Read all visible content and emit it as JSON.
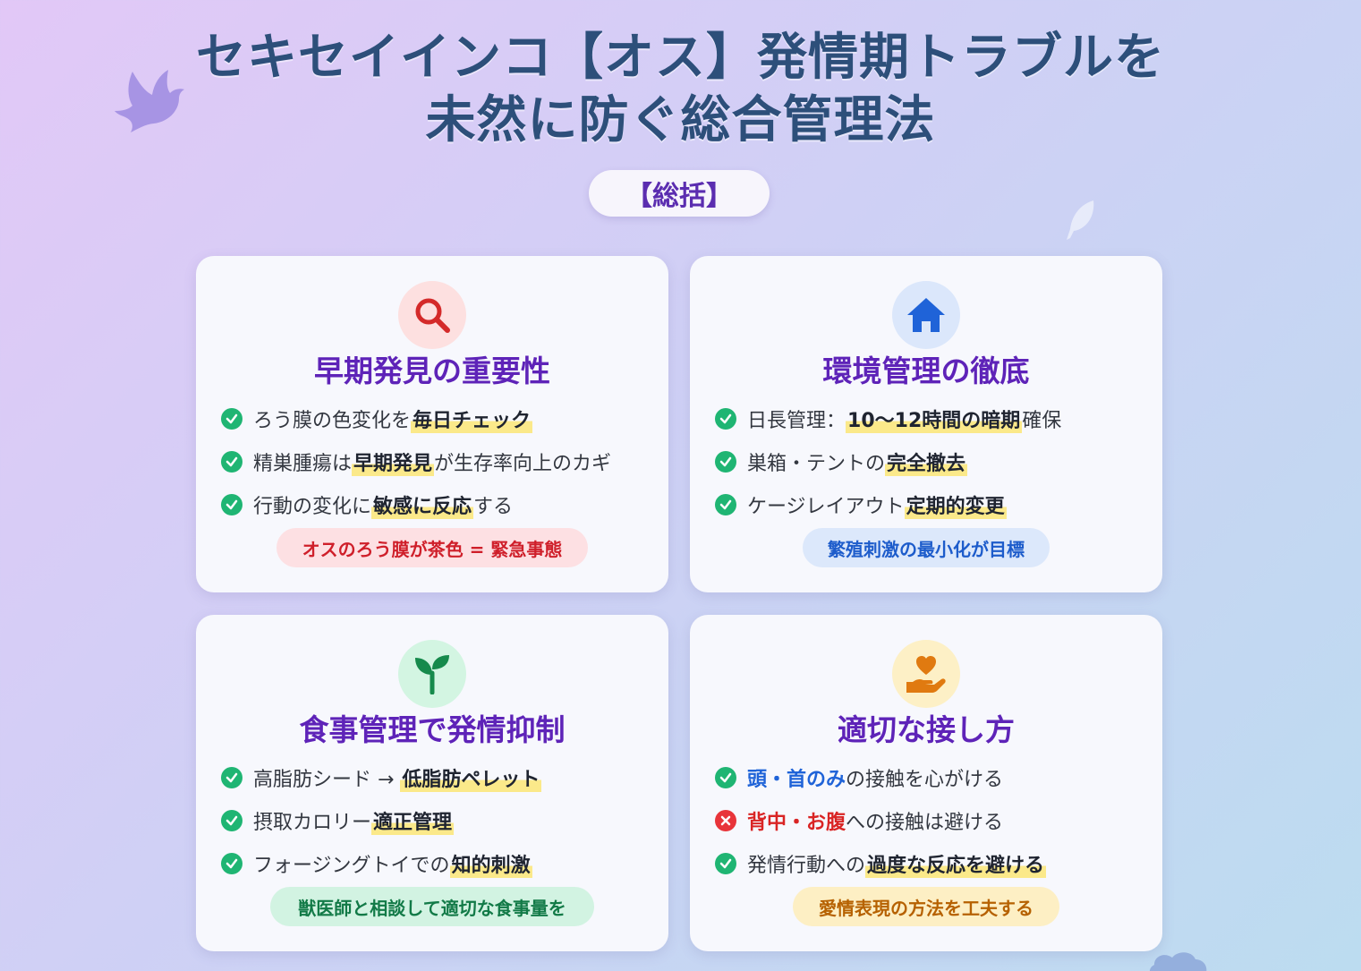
{
  "header": {
    "title_line1": "セキセイインコ【オス】発情期トラブルを",
    "title_line2": "未然に防ぐ総合管理法",
    "summary_label": "【総括】"
  },
  "decorations": {
    "bird_icon": "bird-icon",
    "feather_icon": "feather-icon",
    "cloud_icon": "cloud-icon"
  },
  "cards": [
    {
      "icon": "search-icon",
      "icon_color": "#d42a2a",
      "icon_bg": "#fde0e0",
      "title": "早期発見の重要性",
      "items": [
        {
          "type": "check",
          "pre": "ろう膜の色変化を",
          "hl": "毎日チェック",
          "post": ""
        },
        {
          "type": "check",
          "pre": "精巣腫瘍は",
          "hl": "早期発見",
          "post": "が生存率向上のカギ"
        },
        {
          "type": "check",
          "pre": "行動の変化に",
          "hl": "敏感に反応",
          "post": "する"
        }
      ],
      "badge": "オスのろう膜が茶色 = 緊急事態"
    },
    {
      "icon": "home-icon",
      "icon_color": "#1f63d8",
      "icon_bg": "#dbe7fb",
      "title": "環境管理の徹底",
      "items": [
        {
          "type": "check",
          "pre": "日長管理：",
          "hl": "10〜12時間の暗期",
          "post": "確保"
        },
        {
          "type": "check",
          "pre": "巣箱・テントの",
          "hl": "完全撤去",
          "post": ""
        },
        {
          "type": "check",
          "pre": "ケージレイアウト",
          "hl": "定期的変更",
          "post": ""
        }
      ],
      "badge": "繁殖刺激の最小化が目標"
    },
    {
      "icon": "seedling-icon",
      "icon_color": "#168a4c",
      "icon_bg": "#d3f5e2",
      "title": "食事管理で発情抑制",
      "items": [
        {
          "type": "check",
          "pre": "高脂肪シード → ",
          "hl": "低脂肪ペレット",
          "post": ""
        },
        {
          "type": "check",
          "pre": "摂取カロリー",
          "hl": "適正管理",
          "post": ""
        },
        {
          "type": "check",
          "pre": "フォージングトイでの",
          "hl": "知的刺激",
          "post": ""
        }
      ],
      "badge": "獣医師と相談して適切な食事量を"
    },
    {
      "icon": "hand-holding-heart-icon",
      "icon_color": "#e07a10",
      "icon_bg": "#fdf0c6",
      "title": "適切な接し方",
      "items": [
        {
          "type": "check",
          "pre": "",
          "blue": "頭・首のみ",
          "post": "の接触を心がける"
        },
        {
          "type": "cross",
          "pre": "",
          "red": "背中・お腹",
          "post": "への接触は避ける"
        },
        {
          "type": "check",
          "pre": "発情行動への",
          "hl": "過度な反応を避ける",
          "post": ""
        }
      ],
      "badge": "愛情表現の方法を工夫する"
    }
  ],
  "colors": {
    "check_green": "#1fb573",
    "cross_red": "#e8343a",
    "title_navy": "#2d4f7a",
    "card_title_purple": "#5e23b8",
    "highlight_yellow": "#fbe98a"
  }
}
